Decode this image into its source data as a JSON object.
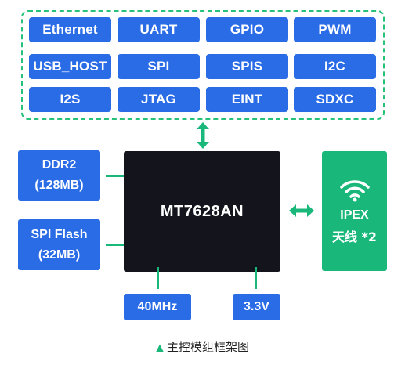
{
  "interfaces": {
    "row1": [
      "Ethernet",
      "UART",
      "GPIO",
      "PWM"
    ],
    "row2": [
      "USB_HOST",
      "SPI",
      "SPIS",
      "I2C"
    ],
    "row3": [
      "I2S",
      "JTAG",
      "EINT",
      "SDXC"
    ]
  },
  "memory": {
    "ddr_name": "DDR2",
    "ddr_size": "(128MB)",
    "flash_name": "SPI Flash",
    "flash_size": "(32MB)"
  },
  "chip": {
    "name": "MT7628AN"
  },
  "antenna": {
    "icon": "wifi-icon",
    "line1": "IPEX",
    "line2": "天线 *2"
  },
  "clock": {
    "label": "40MHz"
  },
  "power": {
    "label": "3.3V"
  },
  "caption": {
    "marker": "▲",
    "text": "主控模组框架图"
  },
  "colors": {
    "blue": "#2a6be6",
    "green": "#19b87a",
    "chip": "#14151c"
  }
}
